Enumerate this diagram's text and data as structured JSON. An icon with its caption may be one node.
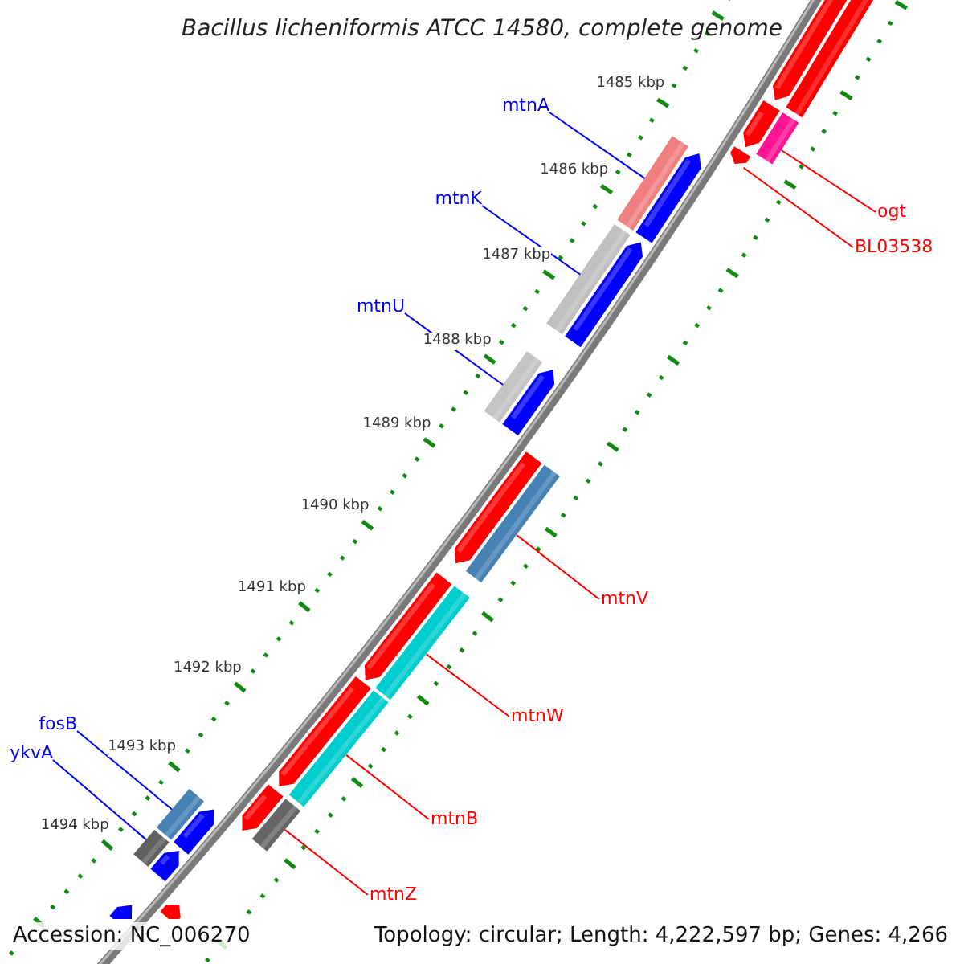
{
  "diagram": {
    "title": "Bacillus licheniformis ATCC 14580, complete genome",
    "nodes": [
      {
        "text": [
          "mtnA"
        ]
      },
      {
        "text": [],
        "shape": "bar"
      },
      {
        "text": [
          "mtnK"
        ]
      },
      {
        "text": [],
        "shape": "bar"
      },
      {
        "text": [
          "mtnU"
        ]
      },
      {
        "text": [],
        "shape": "bar"
      },
      {
        "text": [
          "ogt"
        ]
      },
      {
        "text": [],
        "shape": "bar"
      },
      {
        "text": [
          "BL03538"
        ]
      },
      {
        "text": [],
        "shape": "bar"
      },
      {
        "text": [
          "mtnV"
        ]
      },
      {
        "text": [],
        "shape": "bar"
      },
      {
        "text": [
          "mtnW"
        ]
      },
      {
        "text": [],
        "shape": "bar"
      },
      {
        "text": [
          "mtnB"
        ]
      },
      {
        "text": [],
        "shape": "bar"
      },
      {
        "text": [
          "fosB"
        ]
      },
      {
        "text": [],
        "shape": "bar"
      },
      {
        "text": [
          "ykvA"
        ]
      },
      {
        "text": [],
        "shape": "bar"
      },
      {
        "text": [
          "mtnZ"
        ]
      },
      {
        "text": [],
        "shape": "bar"
      },
      {
        "text": [],
        "shape": "bar"
      },
      {
        "text": [],
        "shape": "bar"
      },
      {
        "text": [],
        "shape": "bar"
      }
    ],
    "edges": [
      {
        "from": 0,
        "to": 1,
        "arrow": "none",
        "color": "#0000ff"
      },
      {
        "from": 2,
        "to": 3,
        "arrow": "none",
        "color": "#0000ff"
      },
      {
        "from": 4,
        "to": 5,
        "arrow": "none",
        "color": "#0000ff"
      },
      {
        "from": 6,
        "to": 7,
        "arrow": "none"
      },
      {
        "from": 8,
        "to": 9,
        "arrow": "none"
      },
      {
        "from": 10,
        "to": 11,
        "arrow": "none"
      },
      {
        "from": 12,
        "to": 13,
        "arrow": "none"
      },
      {
        "from": 14,
        "to": 15,
        "arrow": "none"
      },
      {
        "from": 16,
        "to": 17,
        "arrow": "none",
        "color": "#0000ff"
      },
      {
        "from": 18,
        "to": 19,
        "arrow": "none",
        "color": "#0000ff"
      },
      {
        "from": 20,
        "to": 21,
        "arrow": "none"
      }
    ],
    "labels": [
      "1485 kbp",
      "1486 kbp",
      "1487 kbp",
      "1488 kbp",
      "1489 kbp",
      "1490 kbp",
      "1491 kbp",
      "1492 kbp",
      "1493 kbp",
      "1494 kbp",
      "Accession: NC_006270",
      "Topology: circular; Length: 4,222,597 bp; Genes: 4,266"
    ]
  }
}
